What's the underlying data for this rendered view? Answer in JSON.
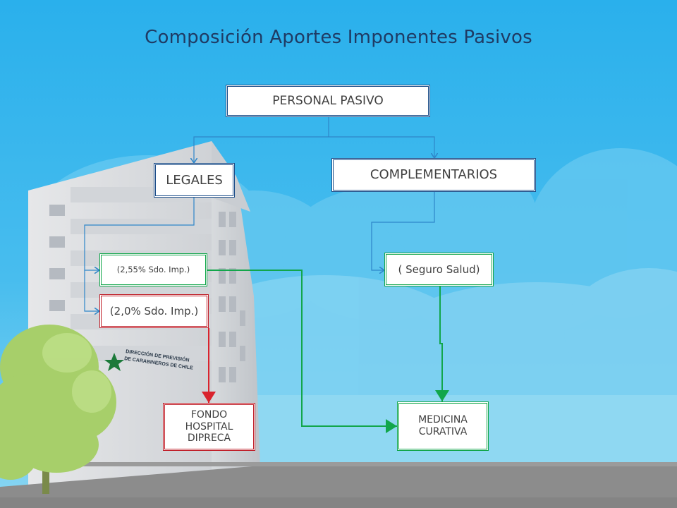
{
  "slide": {
    "title": "Composición Aportes Imponentes Pasivos"
  },
  "building_sign": {
    "line1": "DIRECCIÓN DE PREVISIÓN",
    "line2": "DE CARABINEROS DE CHILE"
  },
  "nodes": {
    "root": "PERSONAL PASIVO",
    "legales": "LEGALES",
    "complementarios": "COMPLEMENTARIOS",
    "legal_255": "(2,55% Sdo. Imp.)",
    "legal_20": "(2,0% Sdo. Imp.)",
    "seguro_salud": "( Seguro Salud)",
    "fondo_hospital": "FONDO HOSPITAL DIPRECA",
    "medicina_curativa": "MEDICINA CURATIVA"
  },
  "colors": {
    "sky_top": "#2eb2ec",
    "sky_bottom": "#7fd3f2",
    "cloud": "#6ccdf2",
    "blue_connector": "#2e86c9",
    "green_connector": "#12a64b",
    "red_connector": "#d9232d",
    "title_text": "#1f3b64"
  }
}
